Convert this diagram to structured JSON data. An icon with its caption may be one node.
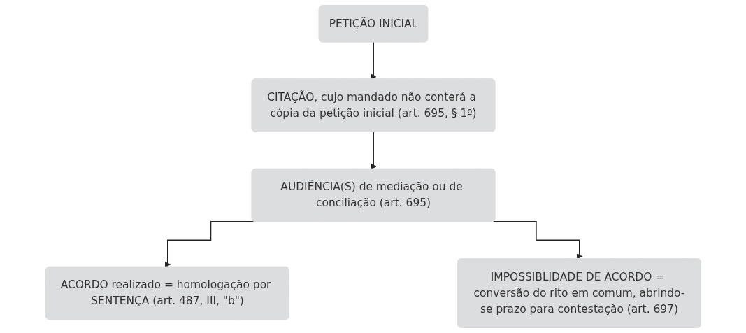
{
  "diagram": {
    "nodes": [
      {
        "text": [
          "PETIÇÃO INICIAL"
        ]
      },
      {
        "text": [
          "CITAÇÃO, cujo mandado não conterá a cópia da petição inicial (art. 695, § 1º)"
        ]
      },
      {
        "text": [
          "AUDIÊNCIA(S) de mediação ou de conciliação (art. 695)"
        ]
      },
      {
        "text": [
          "ACORDO realizado = homologação por SENTENÇA (art. 487, III, \"b\")"
        ]
      },
      {
        "text": [
          "IMPOSSIBLIDADE DE ACORDO = conversão do rito em comum, abrindo-se prazo para contestação (art. 697)"
        ]
      }
    ],
    "edges": [
      {
        "from": 0,
        "to": 1,
        "arrow": "to"
      },
      {
        "from": 1,
        "to": 2,
        "arrow": "to"
      },
      {
        "from": 2,
        "to": 3,
        "arrow": "to"
      },
      {
        "from": 2,
        "to": 4,
        "arrow": "to"
      }
    ]
  }
}
